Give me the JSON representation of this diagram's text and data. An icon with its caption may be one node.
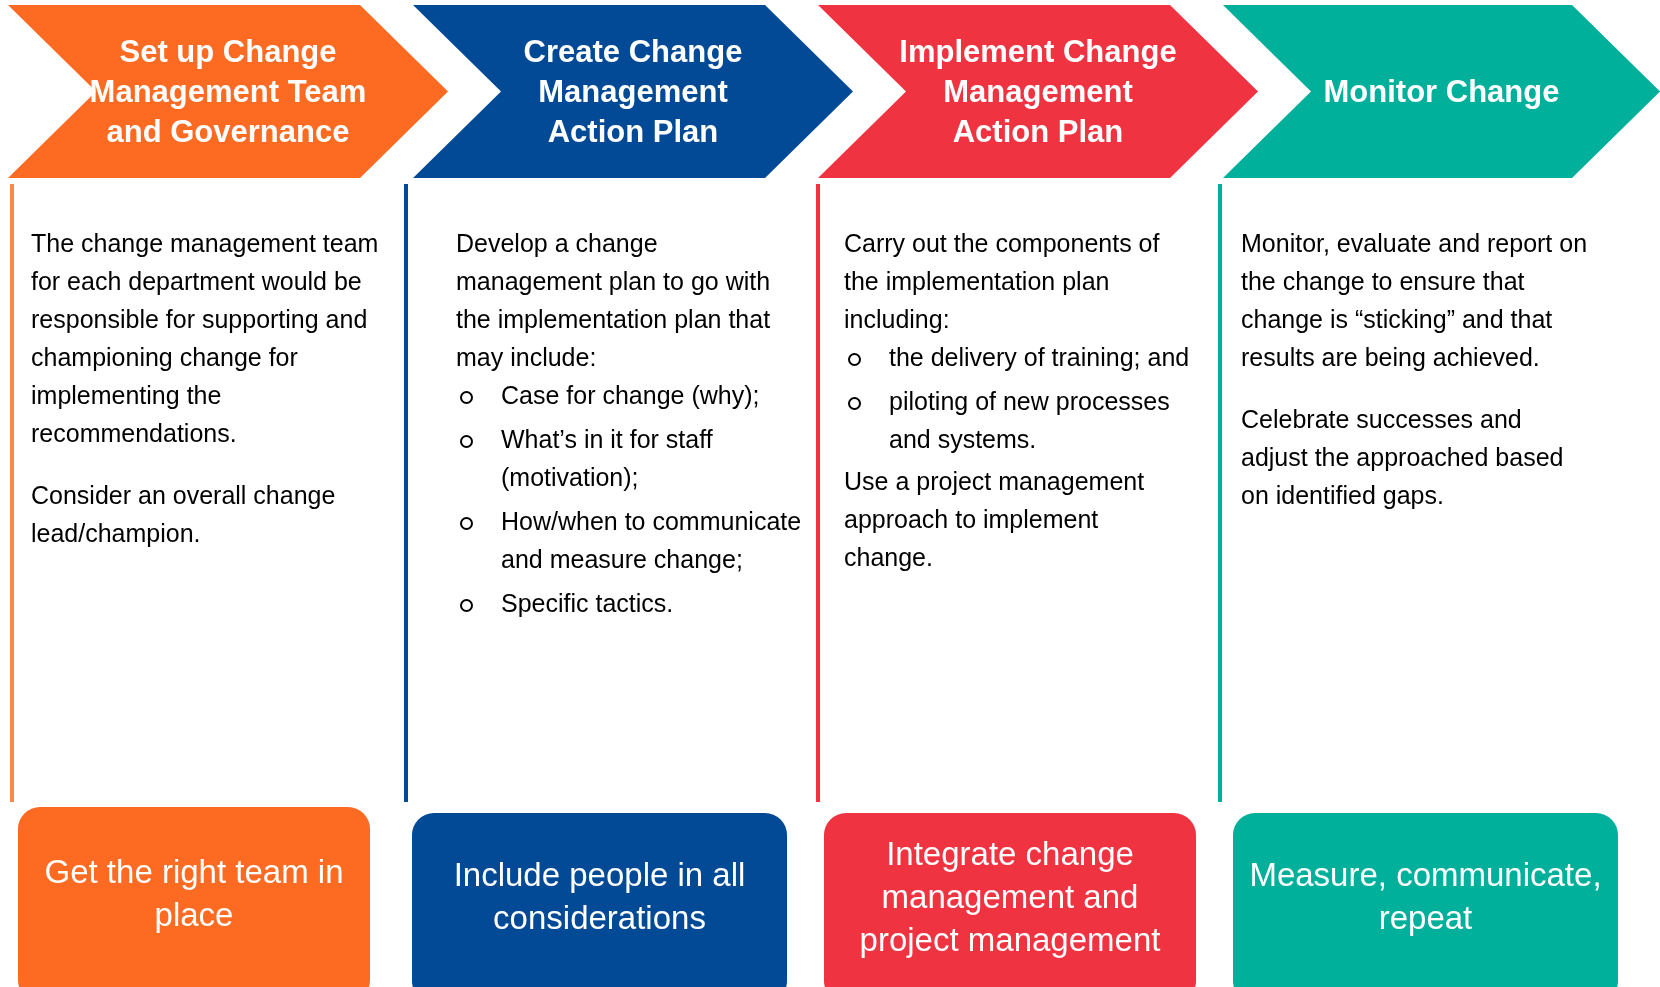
{
  "diagram": {
    "nodes": [
      {
        "text": [
          "Set up Change Management Team and Governance"
        ]
      },
      {
        "text": [
          "Create Change Management Action Plan"
        ]
      },
      {
        "text": [
          "Implement Change Management Action Plan"
        ]
      },
      {
        "text": [
          "Monitor Change"
        ]
      },
      {
        "text": [
          "Get the right team in place"
        ]
      },
      {
        "text": [
          "Include people in all considerations"
        ]
      },
      {
        "text": [
          "Integrate change management and project management"
        ]
      },
      {
        "text": [
          "Measure, communicate, repeat"
        ]
      }
    ],
    "labels": [
      "The change management team for each department would be responsible for supporting and championing change for implementing the recommendations.",
      "Consider an overall change lead/champion.",
      "Develop a change management plan to go with the implementation plan that may include:",
      "Case for change (why);",
      "What’s in it for staff (motivation);",
      "How/when to communicate and measure change;",
      "Specific tactics.",
      "Carry out the components of the implementation plan including:",
      "the delivery of training; and",
      "piloting of new processes and systems.",
      "Use a project management approach to implement change.",
      "Monitor, evaluate and report on the change to ensure that change is “sticking” and that results are being achieved.",
      "Celebrate successes and adjust the approached based on identified gaps."
    ]
  }
}
